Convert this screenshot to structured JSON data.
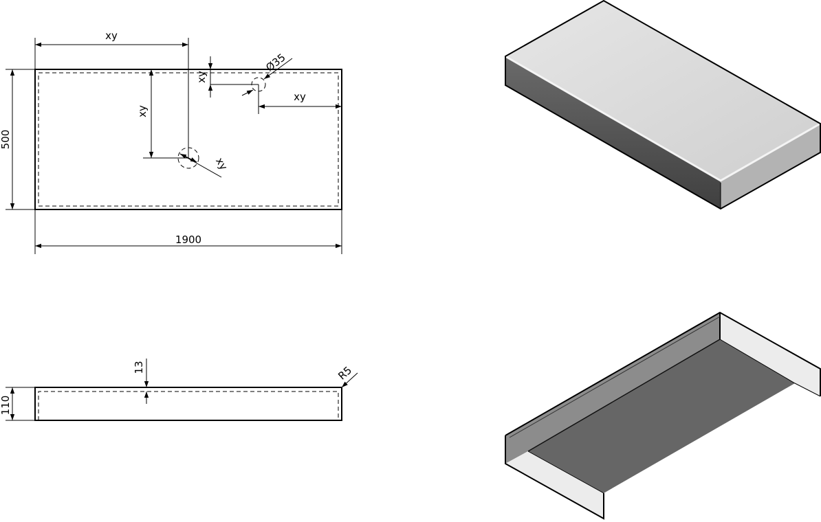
{
  "top_view": {
    "dim_width": "1900",
    "dim_depth": "500",
    "dim_hole_x_left": "xy",
    "dim_hole_y_left": "xy",
    "dim_hole_diag_left": "xy",
    "dim_hole_y_right": "xy",
    "dim_hole_x_right": "xy",
    "dim_hole_diameter": "Ø35"
  },
  "side_view": {
    "dim_height": "110",
    "dim_thickness": "13",
    "dim_radius": "R5"
  },
  "colors": {
    "top_face": "#dcdcdc",
    "front_face": "#4d4d4d",
    "side_face": "#b5b5b5",
    "inner_floor": "#666666",
    "inner_wall": "#8c8c8c",
    "end_panel": "#ececec"
  }
}
